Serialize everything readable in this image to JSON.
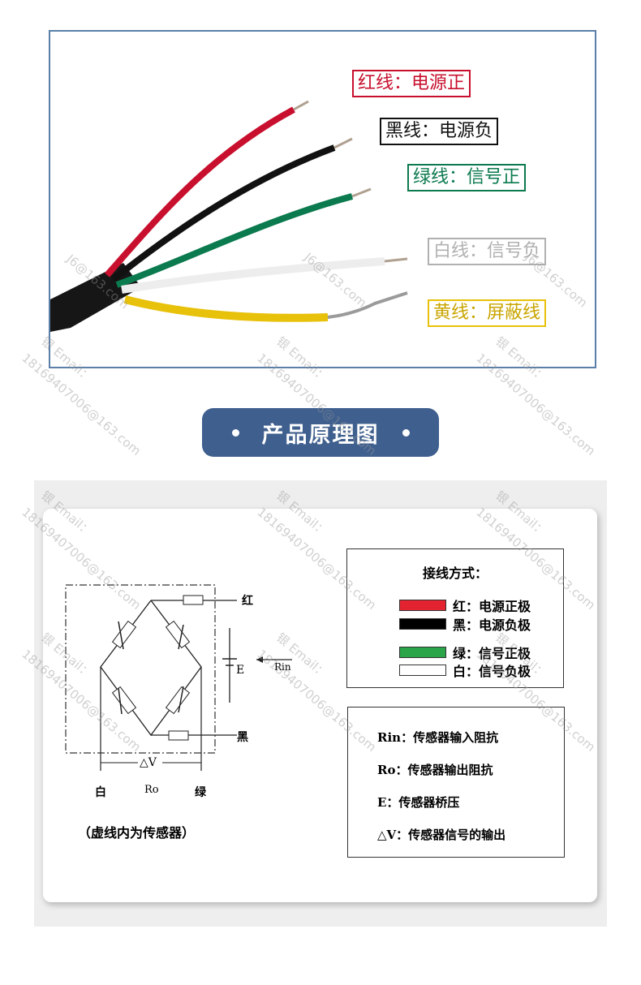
{
  "photo": {
    "labels": {
      "red": "红线：电源正",
      "black": "黑线：电源负",
      "green": "绿线：信号正",
      "white": "白线：信号负",
      "yellow": "黄线：屏蔽线"
    },
    "colors": {
      "red": "#c8102e",
      "black": "#111111",
      "green": "#0b7a4e",
      "white": "#b0b0b0",
      "yellow": "#e8c10a"
    }
  },
  "banner": {
    "title": "产品原理图"
  },
  "circuit": {
    "red": "红",
    "black": "黑",
    "white": "白",
    "green": "绿",
    "ro": "Ro",
    "delta_v": "△V",
    "e": "E",
    "rin": "Rin",
    "note": "（虚线内为传感器）"
  },
  "wiring": {
    "title": "接线方式：",
    "items": [
      {
        "color": "#e32430",
        "label": "红：电源正极"
      },
      {
        "color": "#000000",
        "label": "黑：电源负极"
      },
      {
        "color": "#2aa54a",
        "label": "绿：信号正极"
      },
      {
        "color": "#ffffff",
        "label": "白：信号负极"
      }
    ]
  },
  "definitions": [
    "Rin：传感器输入阻抗",
    "Ro：传感器输出阻抗",
    "E：传感器桥压",
    "△V：传感器信号的输出"
  ],
  "watermark": {
    "email": "银 Email：",
    "number": "18169407006@163.com",
    "short": "J6@163.com"
  }
}
